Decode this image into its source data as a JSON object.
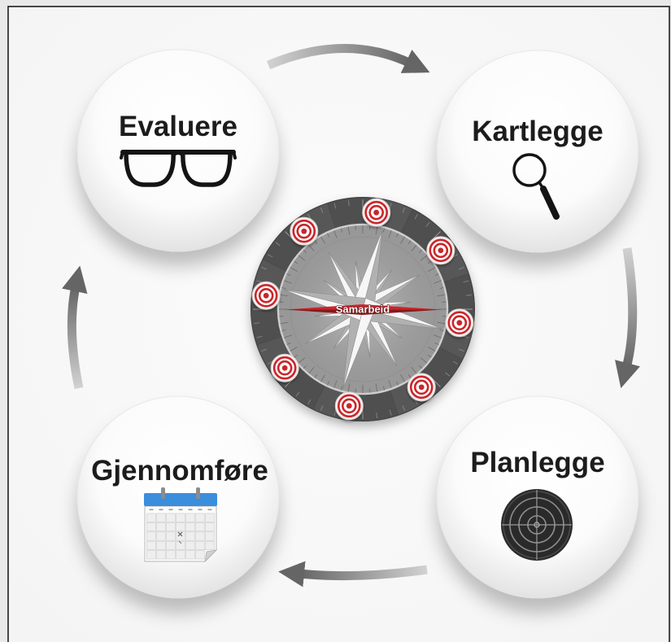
{
  "diagram": {
    "stages": [
      {
        "label": "Evaluere",
        "icon": "glasses-icon"
      },
      {
        "label": "Kartlegge",
        "icon": "magnifying-glass-icon"
      },
      {
        "label": "Planlegge",
        "icon": "target-icon"
      },
      {
        "label": "Gjennomføre",
        "icon": "calendar-icon"
      }
    ],
    "arrows": [
      {
        "from": 0,
        "to": 1
      },
      {
        "from": 1,
        "to": 2
      },
      {
        "from": 2,
        "to": 3
      },
      {
        "from": 3,
        "to": 0
      }
    ],
    "center": {
      "label": "Samarbeid",
      "icon": "compass-icon",
      "marker_icon": "target-marker-icon",
      "marker_count": 8
    }
  },
  "colors": {
    "background": "#f4f4f4",
    "frame": "#1e1e1e",
    "text": "#1c1c1c",
    "arrow_head": "#656565",
    "arrow_tail": "#d2d2d2",
    "compass_ring": "#575757",
    "compass_face": "#a9a9a9",
    "accent_red": "#c9262c",
    "calendar_blue": "#3b8edb",
    "target_dark": "#2a2a2a"
  }
}
